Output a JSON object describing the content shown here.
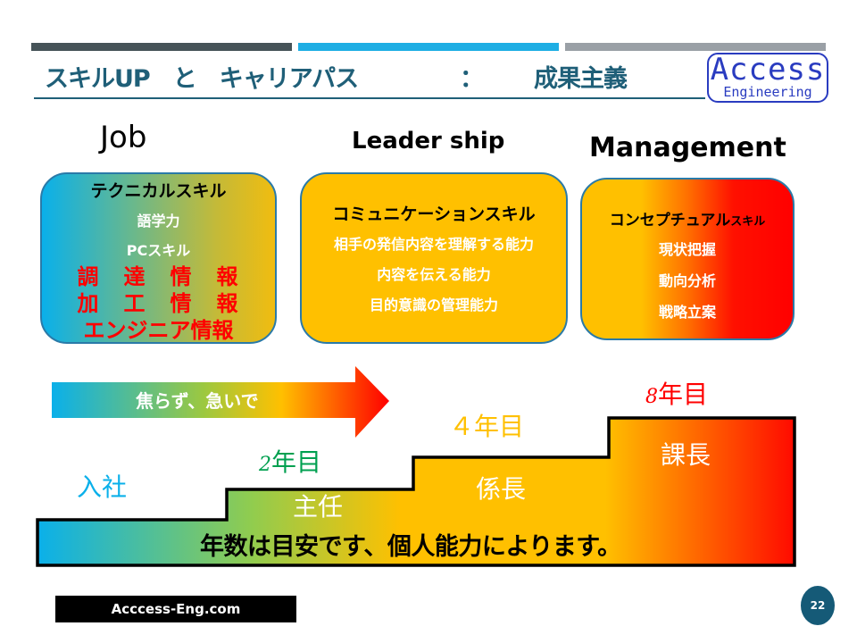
{
  "header": {
    "title_part1": "スキルUP　と　キャリアパス",
    "title_colon": "：",
    "title_part2": "成果主義",
    "logo_line1": "Access",
    "logo_line2": "Engineering",
    "bar_colors": [
      "#465358",
      "#1eaee4",
      "#9aa0a6"
    ]
  },
  "columns": [
    {
      "heading": "Job",
      "skill_title": "テクニカルスキル",
      "items": [
        "語学力",
        "PCスキル"
      ],
      "red_items": [
        "調　達　情　報",
        "加　工　情　報",
        "エンジニア情報"
      ]
    },
    {
      "heading": "Leader ship",
      "skill_title": "コミュニケーションスキル",
      "items": [
        "相手の発信内容を理解する能力",
        "内容を伝える能力",
        "目的意識の管理能力"
      ]
    },
    {
      "heading": "Management",
      "skill_title": "コンセプチュアル",
      "skill_title_small": "スキル",
      "items": [
        "現状把握",
        "動向分析",
        "戦略立案"
      ]
    }
  ],
  "arrow": {
    "label": "焦らず、急いで"
  },
  "career": {
    "start": "入社",
    "year2_num": "2",
    "year2_suffix": "年目",
    "year4": "４年目",
    "year8_num": "8",
    "year8_suffix": "年目",
    "step1": "主任",
    "step2": "係長",
    "step3": "課長",
    "note": "年数は目安です、個人能力によります。"
  },
  "footer": {
    "site": "Acccess-Eng.com",
    "page_number": "22"
  }
}
